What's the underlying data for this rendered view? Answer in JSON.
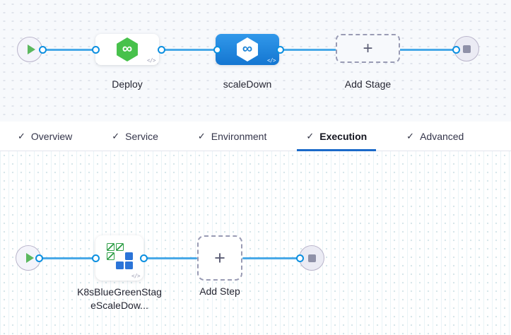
{
  "colors": {
    "accent_blue": "#1b6ac9",
    "edge_blue": "#49a9e8",
    "port_blue": "#0b8fe0",
    "selected_stage_blue": "#1476d1",
    "harness_green": "#47c14b",
    "k8s_green": "#2f9e47",
    "k8s_blue": "#2b74d8"
  },
  "icons": {
    "check": "✓",
    "plus": "+",
    "code": "</>",
    "infinity": "∞"
  },
  "stage_graph": {
    "stages": [
      {
        "label": "Deploy"
      },
      {
        "label": "scaleDown",
        "selected": true
      },
      {
        "label": "Add Stage",
        "placeholder": true
      }
    ]
  },
  "tabs": [
    {
      "label": "Overview",
      "checked": true
    },
    {
      "label": "Service",
      "checked": true
    },
    {
      "label": "Environment",
      "checked": true
    },
    {
      "label": "Execution",
      "checked": true,
      "active": true
    },
    {
      "label": "Advanced",
      "checked": true
    }
  ],
  "execution_graph": {
    "steps": [
      {
        "label": "K8sBlueGreenStageScaleDow..."
      },
      {
        "label": "Add Step",
        "placeholder": true
      }
    ]
  }
}
